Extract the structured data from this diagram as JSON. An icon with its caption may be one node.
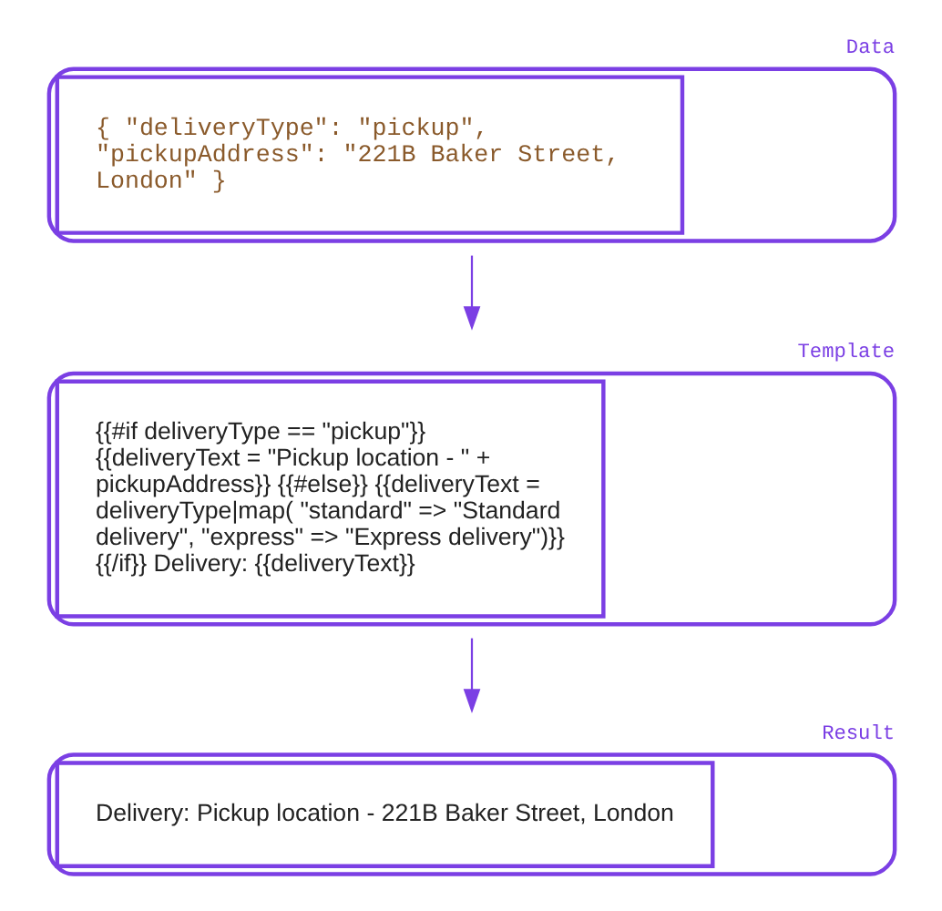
{
  "diagram": {
    "nodes": [
      {
        "text": [
          "Data",
          "{ \"deliveryType\": \"pickup\", \"pickupAddress\": \"221B Baker Street, London\" }"
        ]
      },
      {
        "text": [
          "Template",
          "{{#if deliveryType == \"pickup\"}} {{deliveryText = \"Pickup location - \" + pickupAddress}} {{#else}} {{deliveryText = deliveryType|map( \"standard\" => \"Standard delivery\", \"express\" => \"Express delivery\")}} {{/if}} Delivery: {{deliveryText}}"
        ]
      },
      {
        "text": [
          "Result",
          "Delivery: Pickup location - 221B Baker Street, London"
        ]
      }
    ],
    "edges": [
      {
        "from": 0,
        "to": 1,
        "arrow": "to"
      },
      {
        "from": 1,
        "to": 2,
        "arrow": "to"
      }
    ]
  }
}
